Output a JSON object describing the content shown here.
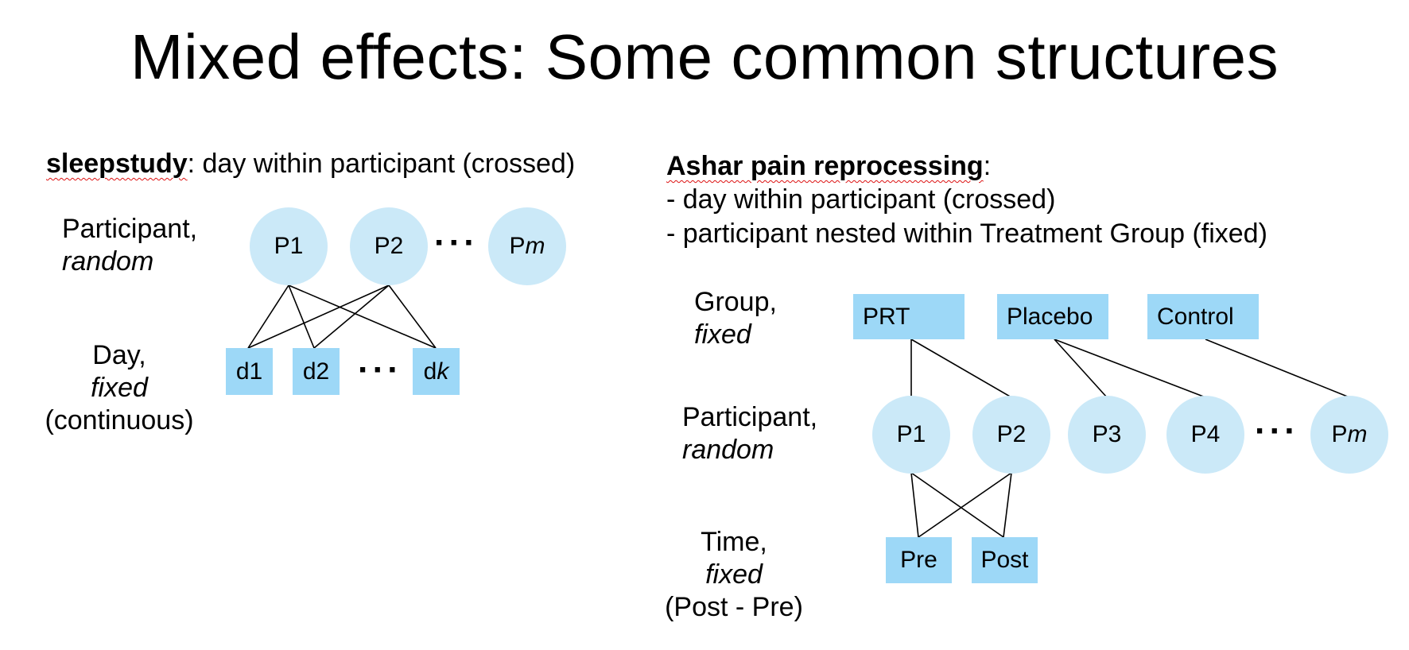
{
  "title": "Mixed effects: Some common structures",
  "left": {
    "heading_bold": "sleepstudy",
    "heading_rest": ": day within participant (crossed)",
    "participant_label": "Participant,",
    "participant_effect": "random",
    "day_label": "Day,",
    "day_effect": "fixed",
    "day_note": "(continuous)",
    "participants": [
      {
        "base": "P1",
        "sub": ""
      },
      {
        "base": "P2",
        "sub": ""
      },
      {
        "base": "P",
        "sub": "m"
      }
    ],
    "days": [
      {
        "base": "d1",
        "sub": ""
      },
      {
        "base": "d2",
        "sub": ""
      },
      {
        "base": "d",
        "sub": "k"
      }
    ],
    "ellipsis": "···"
  },
  "right": {
    "heading_bold": "Ashar pain reprocessing",
    "heading_rest": ":",
    "bullet_1": "- day within participant (crossed)",
    "bullet_2": "- participant nested within Treatment Group (fixed)",
    "group_label": "Group,",
    "group_effect": "fixed",
    "participant_label": "Participant,",
    "participant_effect": "random",
    "time_label": "Time,",
    "time_effect": "fixed",
    "time_note": "(Post - Pre)",
    "groups": [
      "PRT",
      "Placebo",
      "Control"
    ],
    "participants": [
      {
        "base": "P1",
        "sub": ""
      },
      {
        "base": "P2",
        "sub": ""
      },
      {
        "base": "P3",
        "sub": ""
      },
      {
        "base": "P4",
        "sub": ""
      },
      {
        "base": "P",
        "sub": "m"
      }
    ],
    "times": [
      "Pre",
      "Post"
    ],
    "ellipsis": "···"
  },
  "colors": {
    "circle_fill": "#cbe9f8",
    "box_fill": "#9dd8f7",
    "spellcheck_underline": "#dd1111"
  }
}
